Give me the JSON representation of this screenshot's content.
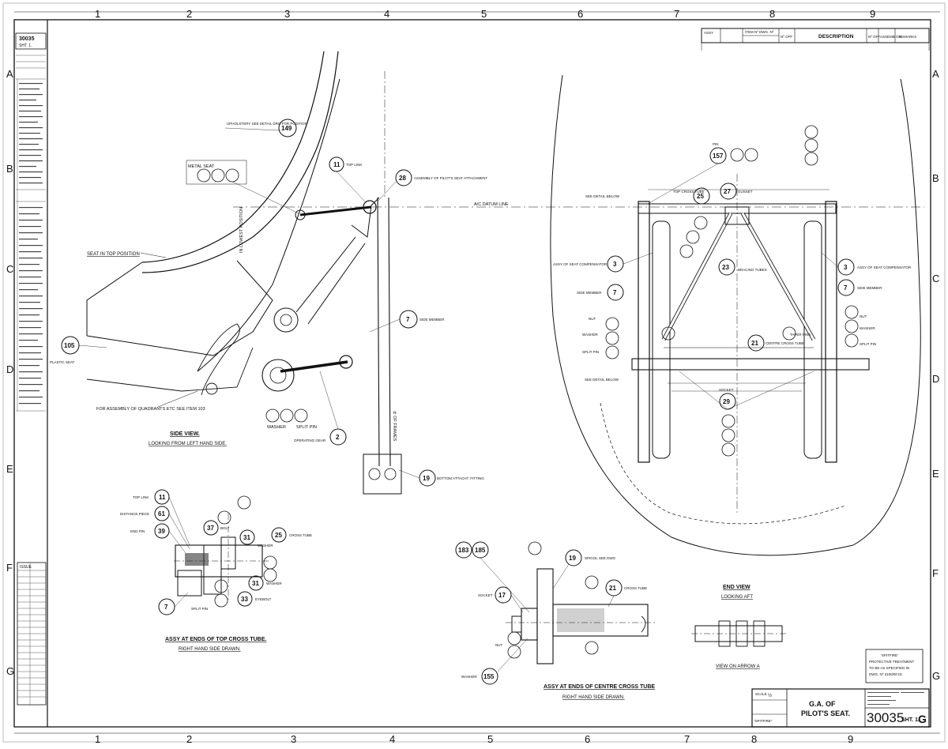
{
  "drawing": {
    "number": "30035",
    "sheet": "SHT. 1.",
    "issue": "G",
    "title_line1": "G.A. OF",
    "title_line2": "PILOT'S SEAT.",
    "project": "\"SPITFIRE\"",
    "scale_label": "SCALE",
    "scale_value": "½",
    "sheet_ref": "SHT. 1.",
    "spec_note": [
      "'SPITFIRE'",
      "PROTECTIVE TREATMENT",
      "TO BE AS SPECIFIED IN",
      "DWG. Nº 3100/00 Dt"
    ],
    "left_block_top": [
      "30035",
      "SHT. 1."
    ],
    "issue_label": "ISSUE"
  },
  "grid": {
    "columns": [
      "1",
      "2",
      "3",
      "4",
      "5",
      "6",
      "7",
      "8",
      "9"
    ],
    "rows": [
      "A",
      "B",
      "C",
      "D",
      "E",
      "F",
      "G"
    ]
  },
  "revision_header": {
    "cols": [
      "ASSY",
      "ITEM Nº",
      "DWG. Nº",
      "Nº OFF",
      "DESCRIPTION",
      "Nº OFF",
      "ASSEMB ON",
      "REMARKS"
    ]
  },
  "views": {
    "side_view": {
      "title": "SIDE VIEW.",
      "subtitle": "LOOKING FROM LEFT HAND SIDE."
    },
    "end_view": {
      "title": "END VIEW",
      "subtitle": "LOOKING AFT"
    },
    "arrow_view": {
      "title": "VIEW ON ARROW A"
    },
    "top_cross": {
      "title": "ASSY AT ENDS OF TOP CROSS TUBE.",
      "subtitle": "RIGHT HAND SIDE DRAWN."
    },
    "centre_cross": {
      "title": "ASSY AT ENDS OF CENTRE CROSS TUBE",
      "subtitle": "RIGHT HAND SIDE DRAWN."
    }
  },
  "callouts": {
    "side": [
      {
        "num": "149",
        "text": "UPHOLSTERY SEE DETAIL DRG FOR POSITION"
      },
      {
        "num": "11",
        "text": "TOP LINK"
      },
      {
        "num": "105",
        "text": "PLASTIC SEAT"
      },
      {
        "num": "7",
        "text": "SIDE MEMBER"
      },
      {
        "num": "2",
        "text": "OPERATING GEAR"
      },
      {
        "num": "28",
        "text": "ASSEMBLY OF PILOT'S SEAT ATTACHMENT"
      },
      {
        "num": "19",
        "text": "BOTTOM ATTACHT. FITTING"
      }
    ],
    "end": [
      {
        "num": "157",
        "text": "PIN"
      },
      {
        "num": "25",
        "text": "TOP CROSS TUBE"
      },
      {
        "num": "27",
        "text": "GUSSET"
      },
      {
        "num": "23",
        "text": "BRACING TUBES"
      },
      {
        "num": "21",
        "text": "CENTRE CROSS TUBE"
      },
      {
        "num": "29",
        "text": "SOCKET"
      },
      {
        "num": "3",
        "text": "ASSY OF SEAT COMPENSATOR"
      },
      {
        "num": "7",
        "text": "SIDE MEMBER"
      }
    ],
    "top_tube": [
      {
        "num": "11",
        "text": "TOP LINK"
      },
      {
        "num": "61",
        "text": "DISTANCE PIECE"
      },
      {
        "num": "39",
        "text": "END PIN"
      },
      {
        "num": "37",
        "text": "BOLT"
      },
      {
        "num": "31",
        "text": "WASHER"
      },
      {
        "num": "25",
        "text": "CROSS TUBE"
      },
      {
        "num": "31",
        "text": "WASHER"
      },
      {
        "num": "33",
        "text": "EYEBOLT"
      },
      {
        "num": "7",
        "text": ""
      }
    ],
    "centre_tube": [
      {
        "num": "183",
        "text": ""
      },
      {
        "num": "185",
        "text": ""
      },
      {
        "num": "19",
        "text": "SPIGOL SEE DWG"
      },
      {
        "num": "17",
        "text": "SOCKET"
      },
      {
        "num": "21",
        "text": "CROSS TUBE"
      },
      {
        "num": "155",
        "text": "WASHER"
      }
    ]
  },
  "notes": {
    "datum": "A/C DATUM LINE",
    "seat_top": "SEAT IN TOP POSITION",
    "seat_lowest": "IN LOWEST POSITION",
    "quadrants": "FOR ASSEMBLY OF QUADRANTS ETC SEE ITEM 103",
    "see_detail": "SEE DETAIL BELOW",
    "metal_seat": "METAL SEAT",
    "plastic_seat": "PLASTIC SEAT",
    "nut": "NUT",
    "washer": "WASHER",
    "split_pin": "SPLIT PIN",
    "taper_pins": "TAPER PINS",
    "fuselage": "⊄ OF FRAMES"
  }
}
